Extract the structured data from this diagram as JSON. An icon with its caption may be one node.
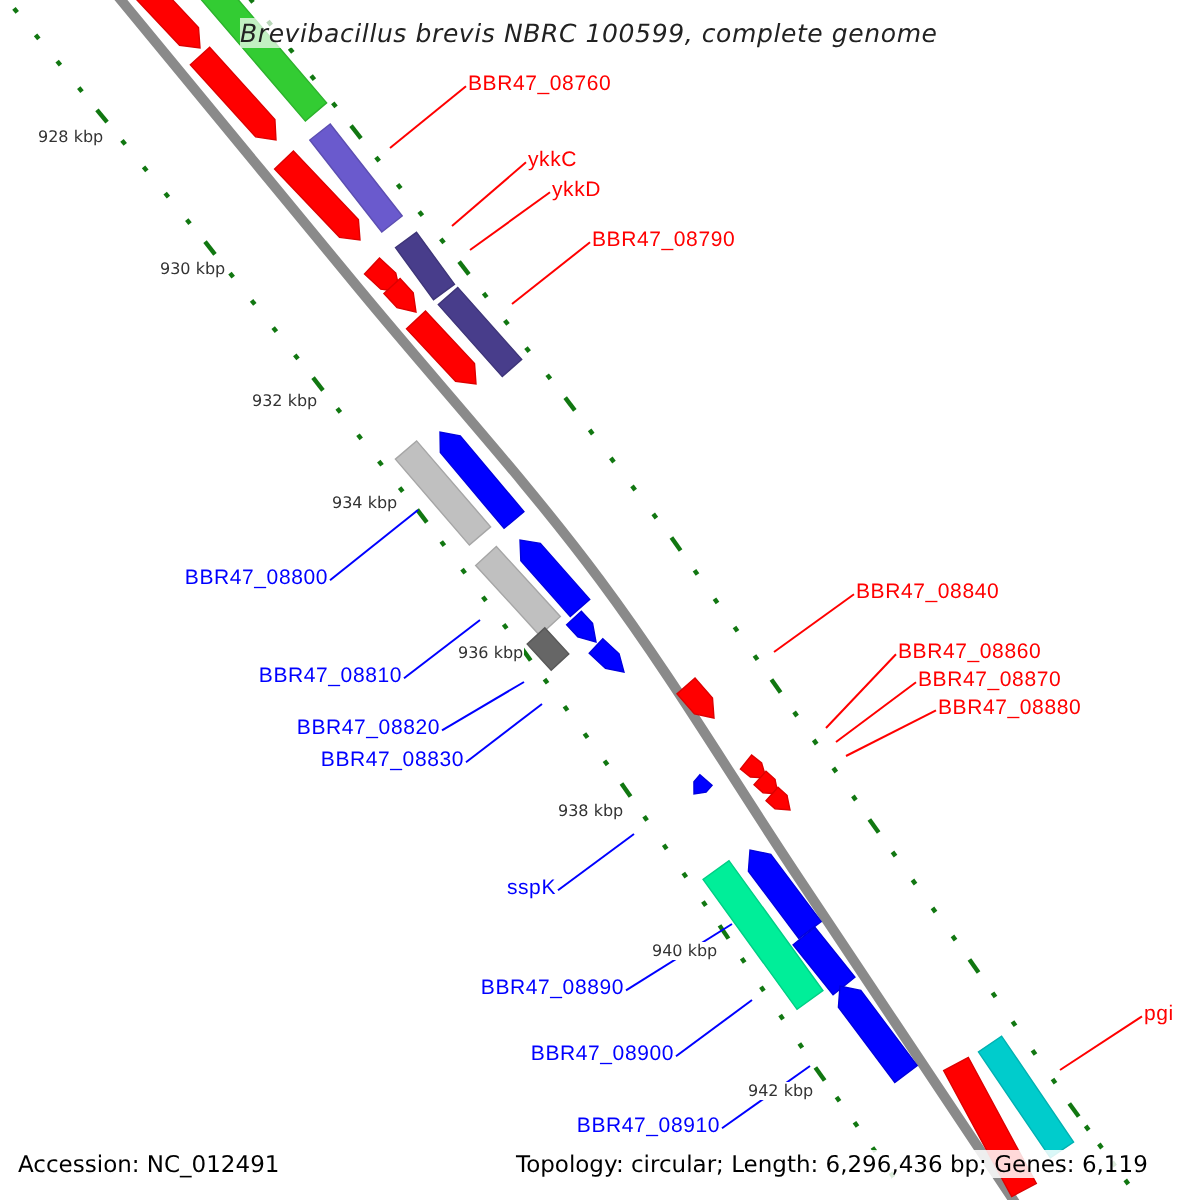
{
  "diagram": {
    "title": "Brevibacillus brevis NBRC 100599, complete genome",
    "nodes": [
      {
        "text": [
          "BBR47_08760"
        ]
      },
      {
        "text": [
          "ykkC"
        ]
      },
      {
        "text": [
          "ykkD"
        ]
      },
      {
        "text": [
          "BBR47_08790"
        ]
      },
      {
        "text": [
          "BBR47_08840"
        ]
      },
      {
        "text": [
          "BBR47_08860"
        ]
      },
      {
        "text": [
          "BBR47_08870"
        ]
      },
      {
        "text": [
          "BBR47_08880"
        ]
      },
      {
        "text": [
          "pgi"
        ]
      },
      {
        "text": [
          "BBR47_08800"
        ]
      },
      {
        "text": [
          "BBR47_08810"
        ]
      },
      {
        "text": [
          "BBR47_08820"
        ]
      },
      {
        "text": [
          "BBR47_08830"
        ]
      },
      {
        "text": [
          "sspK"
        ]
      },
      {
        "text": [
          "BBR47_08890"
        ]
      },
      {
        "text": [
          "BBR47_08900"
        ]
      },
      {
        "text": [
          "BBR47_08910"
        ]
      }
    ],
    "edges": [
      {
        "from": 0,
        "to": null,
        "arrow": "none"
      },
      {
        "from": 1,
        "to": null,
        "arrow": "none"
      },
      {
        "from": 2,
        "to": null,
        "arrow": "none"
      },
      {
        "from": 3,
        "to": null,
        "arrow": "none"
      },
      {
        "from": 4,
        "to": null,
        "arrow": "none"
      },
      {
        "from": 5,
        "to": null,
        "arrow": "none"
      },
      {
        "from": 6,
        "to": null,
        "arrow": "none"
      },
      {
        "from": 7,
        "to": null,
        "arrow": "none"
      },
      {
        "from": 8,
        "to": null,
        "arrow": "none"
      },
      {
        "from": 9,
        "to": null,
        "arrow": "none",
        "color": "#0000ff"
      },
      {
        "from": 10,
        "to": null,
        "arrow": "none",
        "color": "#0000ff"
      },
      {
        "from": 11,
        "to": null,
        "arrow": "none",
        "color": "#0000ff"
      },
      {
        "from": 12,
        "to": null,
        "arrow": "none",
        "color": "#0000ff"
      },
      {
        "from": 13,
        "to": null,
        "arrow": "none",
        "color": "#0000ff"
      },
      {
        "from": 14,
        "to": null,
        "arrow": "none",
        "color": "#0000ff"
      },
      {
        "from": 15,
        "to": null,
        "arrow": "none",
        "color": "#0000ff"
      },
      {
        "from": 16,
        "to": null,
        "arrow": "none",
        "color": "#0000ff"
      }
    ],
    "labels": [
      "928 kbp",
      "930 kbp",
      "932 kbp",
      "934 kbp",
      "936 kbp",
      "938 kbp",
      "940 kbp",
      "942 kbp",
      "Accession: NC_012491",
      "Topology: circular; Length: 6,296,436 bp; Genes: 6,119"
    ]
  }
}
